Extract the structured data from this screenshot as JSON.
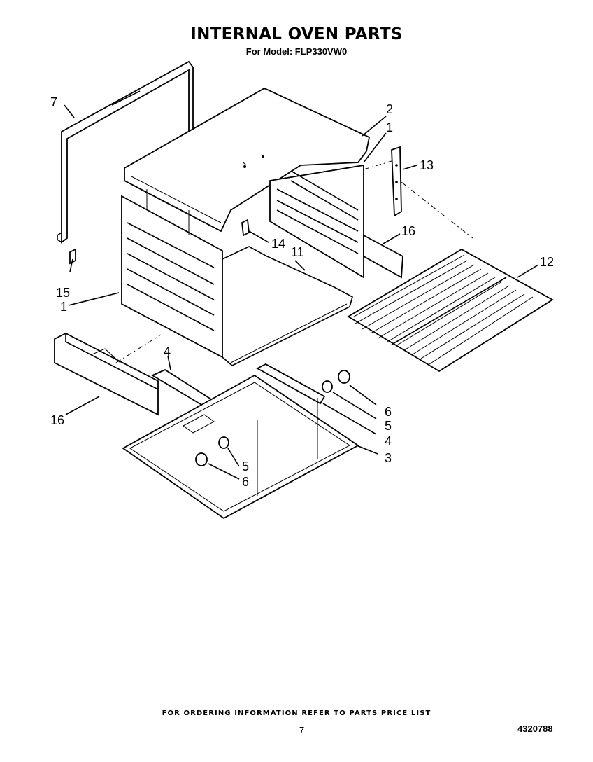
{
  "header": {
    "title": "INTERNAL OVEN PARTS",
    "subtitle": "For Model: FLP330VW0"
  },
  "callouts": {
    "c7": "7",
    "c2": "2",
    "c1_top": "1",
    "c13": "13",
    "c16_right": "16",
    "c14": "14",
    "c11": "11",
    "c15": "15",
    "c1_left": "1",
    "c12": "12",
    "c4_top": "4",
    "c16_left": "16",
    "c6_right": "6",
    "c5_right": "5",
    "c4_right": "4",
    "c3": "3",
    "c5_mid": "5",
    "c6_mid": "6"
  },
  "footer": {
    "note": "FOR ORDERING INFORMATION REFER TO PARTS PRICE LIST",
    "page": "7",
    "doc_number": "4320788"
  }
}
